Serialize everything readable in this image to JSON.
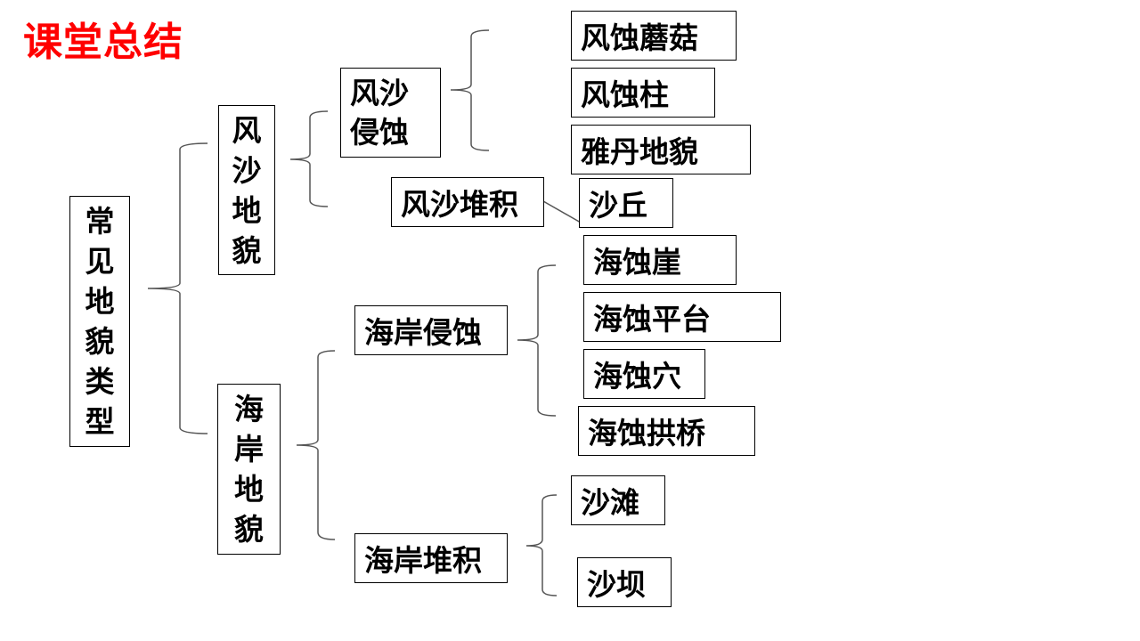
{
  "title": "课堂总结",
  "root": {
    "label": "常见地貌类型",
    "chars": [
      "常",
      "见",
      "地",
      "貌",
      "类",
      "型"
    ]
  },
  "branches": [
    {
      "label": "风沙地貌",
      "chars": [
        "风",
        "沙",
        "地",
        "貌"
      ],
      "children": [
        {
          "label": "风沙侵蚀",
          "lines": [
            "风沙",
            "侵蚀"
          ],
          "items": [
            "风蚀蘑菇",
            "风蚀柱",
            "雅丹地貌"
          ]
        },
        {
          "label": "风沙堆积",
          "items": [
            "沙丘"
          ]
        }
      ]
    },
    {
      "label": "海岸地貌",
      "chars": [
        "海",
        "岸",
        "地",
        "貌"
      ],
      "children": [
        {
          "label": "海岸侵蚀",
          "items": [
            "海蚀崖",
            "海蚀平台",
            "海蚀穴",
            "海蚀拱桥"
          ]
        },
        {
          "label": "海岸堆积",
          "items": [
            "沙滩",
            "沙坝"
          ]
        }
      ]
    }
  ]
}
